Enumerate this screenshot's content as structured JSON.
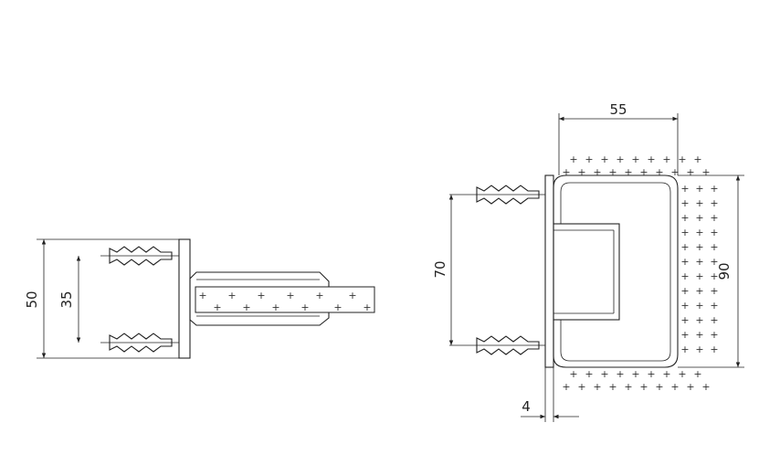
{
  "dimensions": {
    "left_height": "50",
    "left_inner": "35",
    "right_width": "55",
    "right_height": "90",
    "right_anchor_spacing": "70",
    "right_plate": "4"
  },
  "pattern_mark": "+",
  "colors": {
    "line": "#222222",
    "background": "#ffffff"
  }
}
